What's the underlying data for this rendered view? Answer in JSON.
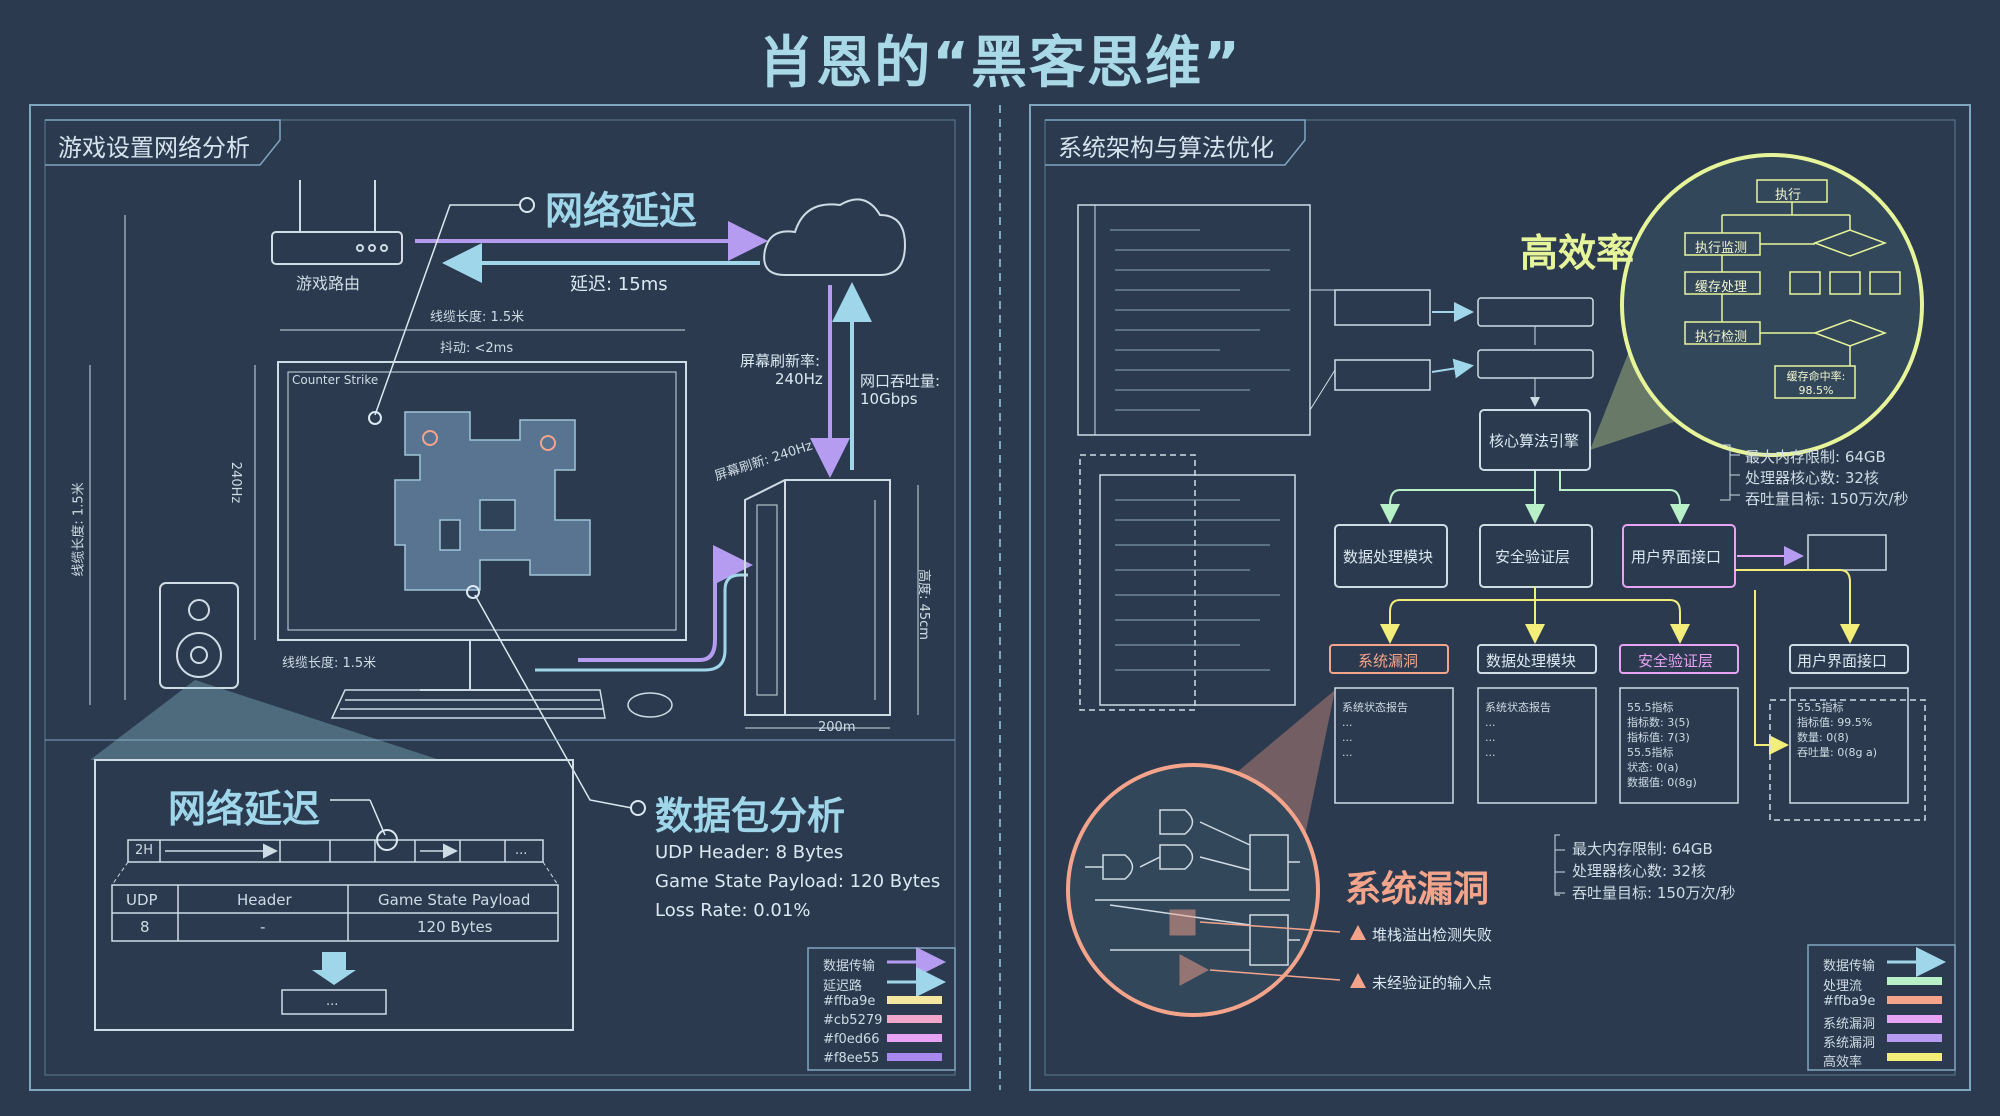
{
  "title": "肖恩的“黑客思维”",
  "left_panel": {
    "label": "游戏设置网络分析",
    "router_label": "游戏路由",
    "latency_title": "网络延迟",
    "latency_value": "延迟: 15ms",
    "cable_length_top": "线缆长度: 1.5米",
    "jitter": "抖动: <2ms",
    "refresh_rate_label": "屏幕刷新率:",
    "refresh_rate_value": "240Hz",
    "bandwidth_label": "网口吞吐量:",
    "bandwidth_value": "10Gbps",
    "monitor_refresh": "屏幕刷新: 240Hz",
    "game_title": "Counter Strike",
    "cable_length_side": "线缆长度: 1.5米",
    "monitor_height": "240Hz",
    "cable_length_bottom": "线缆长度: 1.5米",
    "tower_height": "高度: 45cm",
    "tower_width": "200m",
    "detail_latency_title": "网络延迟",
    "packet_title": "数据包分析",
    "packet_lines": [
      "UDP Header: 8 Bytes",
      "Game State Payload: 120 Bytes",
      "Loss Rate: 0.01%"
    ],
    "bar_first": "2H",
    "bar_last": "...",
    "table_headers": [
      "UDP",
      "Header",
      "Game State Payload"
    ],
    "table_row": [
      "8",
      "-",
      "120 Bytes"
    ],
    "result_box": "...",
    "legend": [
      {
        "label": "数据传输",
        "color": "#b69cf0"
      },
      {
        "label": "延迟路",
        "color": "#9fd6ea"
      },
      {
        "label": "#ffba9e",
        "color": "#f6e7a0"
      },
      {
        "label": "#cb5279",
        "color": "#f1a7c9"
      },
      {
        "label": "#f0ed66",
        "color": "#e7a3f3"
      },
      {
        "label": "#f8ee55",
        "color": "#a989ef"
      }
    ]
  },
  "right_panel": {
    "label": "系统架构与算法优化",
    "efficiency_title": "高效率",
    "core_engine": "核心算法引擎",
    "modules": [
      "数据处理模块",
      "安全验证层",
      "用户界面接口"
    ],
    "sub_modules": [
      "系统漏洞",
      "数据处理模块",
      "安全验证层",
      "用户界面接口"
    ],
    "stats_top": [
      "最大内存限制: 64GB",
      "处理器核心数: 32核",
      "吞吐量目标: 150万次/秒"
    ],
    "stats_bottom": [
      "最大内存限制: 64GB",
      "处理器核心数: 32核",
      "吞吐量目标: 150万次/秒"
    ],
    "flowchart": [
      "执行",
      "执行监测",
      "缓存处理",
      "执行检测",
      "缓存命中率: 98.5%"
    ],
    "card_texts": [
      [
        "系统状态报告",
        "...",
        "...",
        "..."
      ],
      [
        "系统状态报告",
        "...",
        "...",
        "..."
      ],
      [
        "55.5指标",
        "指标数: 3(5)",
        "指标值: 7(3)",
        "55.5指标",
        "状态: 0(a)",
        "数据值: 0(8g)"
      ],
      [
        "55.5指标",
        "指标值: 99.5%",
        "数量: 0(8)",
        "吞吐量: 0(8g a)"
      ]
    ],
    "vuln_title": "系统漏洞",
    "warnings": [
      "堆栈溢出检测失败",
      "未经验证的输入点"
    ],
    "legend": [
      {
        "label": "数据传输",
        "color": "#9fd6ea"
      },
      {
        "label": "处理流",
        "color": "#b8f0c8"
      },
      {
        "label": "#ffba9e",
        "color": "#f5a48c"
      },
      {
        "label": "系统漏洞",
        "color": "#e7a3f3"
      },
      {
        "label": "系统漏洞",
        "color": "#b69cf0"
      },
      {
        "label": "高效率",
        "color": "#f3ee7a"
      }
    ]
  }
}
